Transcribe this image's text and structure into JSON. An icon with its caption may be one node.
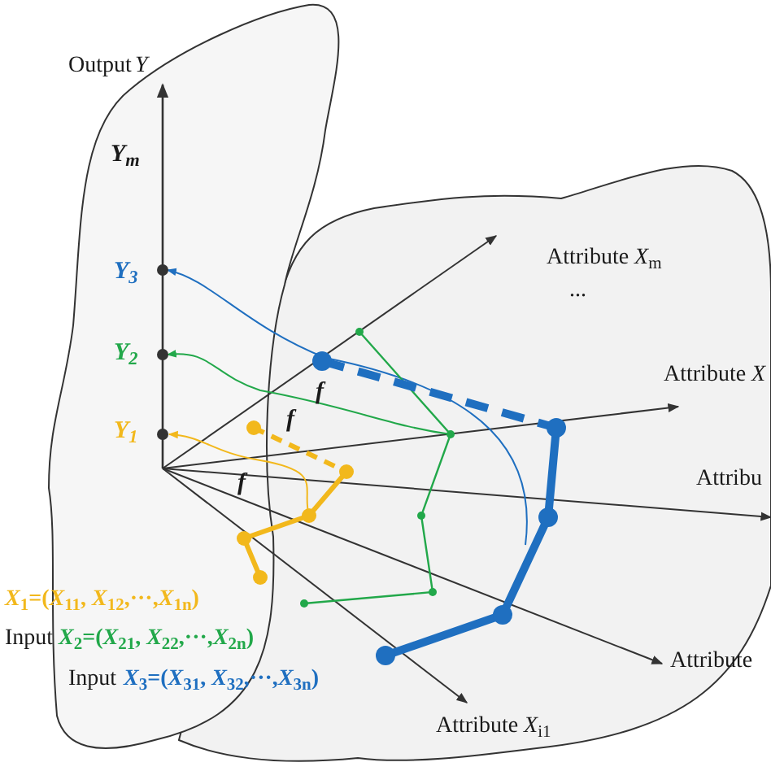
{
  "diagram": {
    "labels": [
      "Output",
      "*Y*",
      "*Y*$_{m}$",
      "*Y*$_{3}$",
      "*Y*$_{2}$",
      "*Y*$_{1}$",
      "f",
      "f",
      "f",
      "Attribute *X*$_{m}$",
      "...",
      "Attribute *X*",
      "Attribu",
      "Attribute",
      "Attribute *X*$_{i1}$",
      "*X*$_{1}$=(*X*$_{11}$, *X*$_{12}$,···,*X*$_{1n}$)",
      "Input",
      "*X*$_{2}$=(*X*$_{21}$, *X*$_{22}$,···,*X*$_{2n}$)",
      "Input",
      "*X*$_{3}$=(*X*$_{31}$, *X*$_{32}$,···,*X*$_{3n}$)"
    ]
  }
}
